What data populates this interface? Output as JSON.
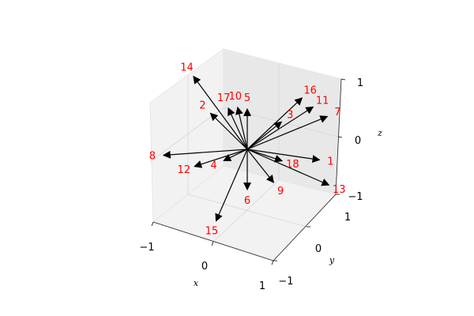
{
  "chart_data": {
    "type": "quiver3d",
    "title": "",
    "xlabel": "x",
    "ylabel": "y",
    "zlabel": "z",
    "xlim": [
      -1,
      1
    ],
    "ylim": [
      -1,
      1
    ],
    "zlim": [
      -1,
      1
    ],
    "xticks": [
      "−1",
      "0",
      "1"
    ],
    "yticks": [
      "−1",
      "0",
      "1"
    ],
    "zticks": [
      "−1",
      "0",
      "1"
    ],
    "grid": true,
    "origin": [
      0,
      0,
      0
    ],
    "arrow_color": "#000000",
    "label_color": "#ff0000",
    "vectors": [
      {
        "label": "1",
        "x": 0.55,
        "y": 0.7,
        "z": -0.35
      },
      {
        "label": "2",
        "x": -0.8,
        "y": 0.2,
        "z": 0.25
      },
      {
        "label": "3",
        "x": 0.15,
        "y": 0.45,
        "z": 0.3
      },
      {
        "label": "4",
        "x": -0.3,
        "y": -0.1,
        "z": -0.25
      },
      {
        "label": "5",
        "x": 0.0,
        "y": 0.0,
        "z": 0.7
      },
      {
        "label": "6",
        "x": 0.0,
        "y": 0.0,
        "z": -0.7
      },
      {
        "label": "7",
        "x": 0.4,
        "y": 1.0,
        "z": 0.2
      },
      {
        "label": "8",
        "x": -0.65,
        "y": -0.8,
        "z": 0.08
      },
      {
        "label": "9",
        "x": 0.3,
        "y": 0.15,
        "z": -0.55
      },
      {
        "label": "10",
        "x": -0.3,
        "y": 0.15,
        "z": 0.55
      },
      {
        "label": "11",
        "x": 0.35,
        "y": 0.8,
        "z": 0.45
      },
      {
        "label": "12",
        "x": -0.6,
        "y": -0.3,
        "z": -0.35
      },
      {
        "label": "13",
        "x": 0.8,
        "y": 0.6,
        "z": -0.65
      },
      {
        "label": "14",
        "x": -0.85,
        "y": -0.05,
        "z": 1.0
      },
      {
        "label": "15",
        "x": -0.1,
        "y": -0.45,
        "z": -1.05
      },
      {
        "label": "16",
        "x": 0.4,
        "y": 0.55,
        "z": 0.75
      },
      {
        "label": "17",
        "x": -0.55,
        "y": 0.25,
        "z": 0.4
      },
      {
        "label": "18",
        "x": 0.3,
        "y": 0.3,
        "z": -0.25
      }
    ]
  }
}
